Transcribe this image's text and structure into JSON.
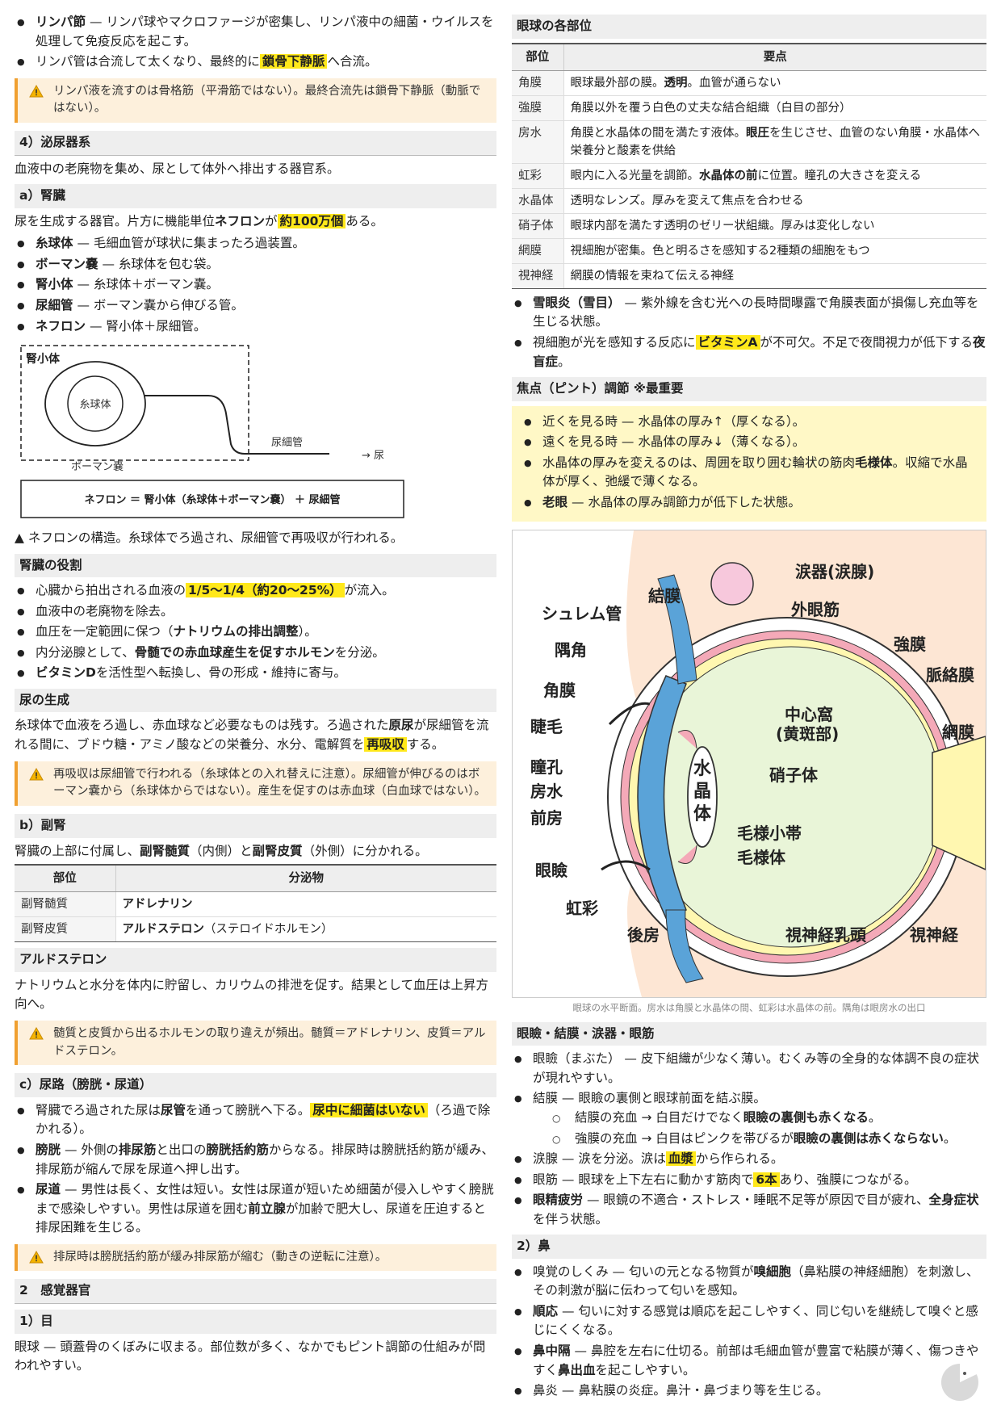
{
  "left": {
    "lymph_items": [
      {
        "term": "リンパ節",
        "text": " — リンパ球やマクロファージが密集し、リンパ液中の細菌・ウイルスを処理して免疫反応を起こす。"
      },
      {
        "pre": "リンパ管は合流して太くなり、最終的に",
        "hl": "鎖骨下静脈",
        "post": "へ合流。"
      }
    ],
    "warn1": "リンパ液を流すのは骨格筋（平滑筋ではない）。最終合流先は鎖骨下静脈（動脈ではない）。",
    "h_urinary": "4）泌尿器系",
    "urinary_desc": "血液中の老廃物を集め、尿として体外へ排出する器官系。",
    "h_kidney": "a）腎臓",
    "kidney_desc": {
      "pre": "尿を生成する器官。片方に機能単位",
      "b": "ネフロン",
      "mid": "が",
      "hl": "約100万個",
      "post": "ある。"
    },
    "kidney_items": [
      {
        "term": "糸球体",
        "text": " — 毛細血管が球状に集まったろ過装置。"
      },
      {
        "term": "ボーマン嚢",
        "text": " — 糸球体を包む袋。"
      },
      {
        "term": "腎小体",
        "text": " — 糸球体＋ボーマン嚢。"
      },
      {
        "term": "尿細管",
        "text": " — ボーマン嚢から伸びる管。"
      },
      {
        "term": "ネフロン",
        "text": " — 腎小体＋尿細管。"
      }
    ],
    "diagram": {
      "renal_corpuscle": "腎小体",
      "glomerulus": "糸球体",
      "tubule": "尿細管",
      "bowman": "ボーマン嚢",
      "urine": "→ 尿",
      "formula": "ネフロン ＝ 腎小体（糸球体＋ボーマン嚢） ＋ 尿細管"
    },
    "diagram_caption": "▲ ネフロンの構造。糸球体でろ過され、尿細管で再吸収が行われる。",
    "h_kidney_role": "腎臓の役割",
    "kidney_role_items": [
      {
        "pre": "心臓から拍出される血液の",
        "hl": "1/5〜1/4（約20〜25%）",
        "post": "が流入。"
      },
      {
        "pre": "血液中の老廃物を除去。"
      },
      {
        "pre": "血圧を一定範囲に保つ（",
        "b": "ナトリウムの排出調整",
        "post": "）。"
      },
      {
        "pre": "内分泌腺として、",
        "b": "骨髄での赤血球産生を促すホルモン",
        "post": "を分泌。"
      },
      {
        "b": "ビタミンD",
        "post": "を活性型へ転換し、骨の形成・維持に寄与。"
      }
    ],
    "h_urine": "尿の生成",
    "urine_desc": {
      "pre": "糸球体で血液をろ過し、赤血球など必要なものは残す。ろ過された",
      "b": "原尿",
      "mid": "が尿細管を流れる間に、ブドウ糖・アミノ酸などの栄養分、水分、電解質を",
      "hl": "再吸収",
      "post": "する。"
    },
    "warn2": "再吸収は尿細管で行われる（糸球体との入れ替えに注意）。尿細管が伸びるのはボーマン嚢から（糸球体からではない）。産生を促すのは赤血球（白血球ではない）。",
    "h_adrenal": "b）副腎",
    "adrenal_desc": {
      "pre": "腎臓の上部に付属し、",
      "b1": "副腎髄質",
      "mid": "（内側）と",
      "b2": "副腎皮質",
      "post": "（外側）に分かれる。"
    },
    "adrenal_table": {
      "headers": [
        "部位",
        "分泌物"
      ],
      "rows": [
        {
          "part": "副腎髄質",
          "b": "アドレナリン",
          "note": ""
        },
        {
          "part": "副腎皮質",
          "b": "アルドステロン",
          "note": "（ステロイドホルモン）"
        }
      ]
    },
    "h_aldosterone": "アルドステロン",
    "aldosterone_desc": "ナトリウムと水分を体内に貯留し、カリウムの排泄を促す。結果として血圧は上昇方向へ。",
    "warn3": "髄質と皮質から出るホルモンの取り違えが頻出。髄質＝アドレナリン、皮質＝アルドステロン。",
    "h_urinary_tract": "c）尿路（膀胱・尿道）",
    "tract_items": [
      {
        "pre": "腎臓でろ過された尿は",
        "b": "尿管",
        "mid": "を通って膀胱へ下る。",
        "hl": "尿中に細菌はいない",
        "post": "（ろ過で除かれる）。"
      },
      {
        "b": "膀胱",
        "pre2": " — 外側の",
        "b2": "排尿筋",
        "mid2": "と出口の",
        "b3": "膀胱括約筋",
        "post": "からなる。排尿時は膀胱括約筋が緩み、排尿筋が縮んで尿を尿道へ押し出す。"
      },
      {
        "b": "尿道",
        "pre2": " — 男性は長く、女性は短い。女性は尿道が短いため細菌が侵入しやすく膀胱まで感染しやすい。男性は尿道を囲む",
        "b2": "前立腺",
        "post": "が加齢で肥大し、尿道を圧迫すると排尿困難を生じる。"
      }
    ],
    "warn4": "排尿時は膀胱括約筋が緩み排尿筋が縮む（動きの逆転に注意）。",
    "h_sense": "2　感覚器官",
    "h_eye": "1）目",
    "eye_desc": "眼球 — 頭蓋骨のくぼみに収まる。部位数が多く、なかでもピント調節の仕組みが問われやすい。"
  },
  "right": {
    "h_eyeparts": "眼球の各部位",
    "eye_table": {
      "headers": [
        "部位",
        "要点"
      ],
      "rows": [
        {
          "part": "角膜",
          "pre": "眼球最外部の膜。",
          "b": "透明",
          "post": "。血管が通らない"
        },
        {
          "part": "強膜",
          "pre": "角膜以外を覆う白色の丈夫な結合組織（白目の部分）"
        },
        {
          "part": "房水",
          "pre": "角膜と水晶体の間を満たす液体。",
          "b": "眼圧",
          "post": "を生じさせ、血管のない角膜・水晶体へ栄養分と酸素を供給"
        },
        {
          "part": "虹彩",
          "pre": "眼内に入る光量を調節。",
          "b": "水晶体の前",
          "post": "に位置。瞳孔の大きさを変える"
        },
        {
          "part": "水晶体",
          "pre": "透明なレンズ。厚みを変えて焦点を合わせる"
        },
        {
          "part": "硝子体",
          "pre": "眼球内部を満たす透明のゼリー状組織。厚みは変化しない"
        },
        {
          "part": "網膜",
          "pre": "視細胞が密集。色と明るさを感知する2種類の細胞をもつ"
        },
        {
          "part": "視神経",
          "pre": "網膜の情報を束ねて伝える神経"
        }
      ]
    },
    "eye_items": [
      {
        "b": "雪眼炎（雪目）",
        "post": " — 紫外線を含む光への長時間曝露で角膜表面が損傷し充血等を生じる状態。"
      },
      {
        "pre": "視細胞が光を感知する反応に",
        "hl": "ビタミンA",
        "mid": "が不可欠。不足で夜間視力が低下する",
        "b2": "夜盲症",
        "post": "。"
      }
    ],
    "h_focus": "焦点（ピント）調節 ※最重要",
    "focus_items": [
      {
        "pre": "近くを見る時 — 水晶体の厚み↑（厚くなる）。"
      },
      {
        "pre": "遠くを見る時 — 水晶体の厚み↓（薄くなる）。"
      },
      {
        "pre": "水晶体の厚みを変えるのは、周囲を取り囲む輪状の筋肉",
        "b": "毛様体",
        "post": "。収縮で水晶体が厚く、弛緩で薄くなる。"
      },
      {
        "b0": "老眼",
        "pre": " — 水晶体の厚み調節力が低下した状態。"
      }
    ],
    "eye_figure": {
      "lacrimal": "涙器(涙腺)",
      "conjunctiva": "結膜",
      "schlemm": "シュレム管",
      "extraocular": "外眼筋",
      "angle": "隅角",
      "sclera": "強膜",
      "choroid": "脈絡膜",
      "cornea": "角膜",
      "fovea1": "中心窩",
      "fovea2": "(黄斑部)",
      "retina": "網膜",
      "eyelash": "睫毛",
      "lens": "水晶体",
      "vitreous": "硝子体",
      "pupil": "瞳孔",
      "aqueous": "房水",
      "anterior": "前房",
      "zonule": "毛様小帯",
      "ciliary": "毛様体",
      "eyelid": "眼瞼",
      "iris": "虹彩",
      "posterior": "後房",
      "disc": "視神経乳頭",
      "optic": "視神経"
    },
    "figure_caption": "眼球の水平断面。房水は角膜と水晶体の間、虹彩は水晶体の前。隅角は眼房水の出口",
    "h_eyelid": "眼瞼・結膜・涙器・眼筋",
    "eyelid_items": [
      {
        "pre": "眼瞼（まぶた） — 皮下組織が少なく薄い。むくみ等の全身的な体調不良の症状が現れやすい。"
      },
      {
        "pre": "結膜 — 眼瞼の裏側と眼球前面を結ぶ膜。"
      }
    ],
    "eyelid_sub": [
      {
        "pre": "結膜の充血 → 白目だけでなく",
        "b": "眼瞼の裏側も赤くなる",
        "post": "。"
      },
      {
        "pre": "強膜の充血 → 白目はピンクを帯びるが",
        "b": "眼瞼の裏側は赤くならない",
        "post": "。"
      }
    ],
    "eyelid_items2": [
      {
        "pre": "涙腺 — 涙を分泌。涙は",
        "hl": "血漿",
        "post": "から作られる。"
      },
      {
        "pre": "眼筋 — 眼球を上下左右に動かす筋肉で",
        "hl": "6本",
        "post": "あり、強膜につながる。"
      },
      {
        "b": "眼精疲労",
        "pre": " — 眼鏡の不適合・ストレス・睡眠不足等が原因で目が疲れ、",
        "b2": "全身症状",
        "post": "を伴う状態。"
      }
    ],
    "h_nose": "2）鼻",
    "nose_items": [
      {
        "pre": "嗅覚のしくみ — 匂いの元となる物質が",
        "b": "嗅細胞",
        "post": "（鼻粘膜の神経細胞）を刺激し、その刺激が脳に伝わって匂いを感知。"
      },
      {
        "b0": "順応",
        "pre": " — 匂いに対する感覚は順応を起こしやすく、同じ匂いを継続して嗅ぐと感じにくくなる。"
      },
      {
        "b0": "鼻中隔",
        "pre": " — 鼻腔を左右に仕切る。前部は毛細血管が豊富で粘膜が薄く、傷つきやすく",
        "b": "鼻出血",
        "post": "を起こしやすい。"
      },
      {
        "pre": "鼻炎 — 鼻粘膜の炎症。鼻汁・鼻づまり等を生じる。"
      }
    ],
    "colors": {
      "highlight": "#ffe81a",
      "warn_bg": "#fdf0dc",
      "warn_bar": "#f0a030",
      "focus_bg": "#fff8c6",
      "lens_blue": "#5aa3d8",
      "sclera_pink": "#f4a9b8"
    }
  }
}
